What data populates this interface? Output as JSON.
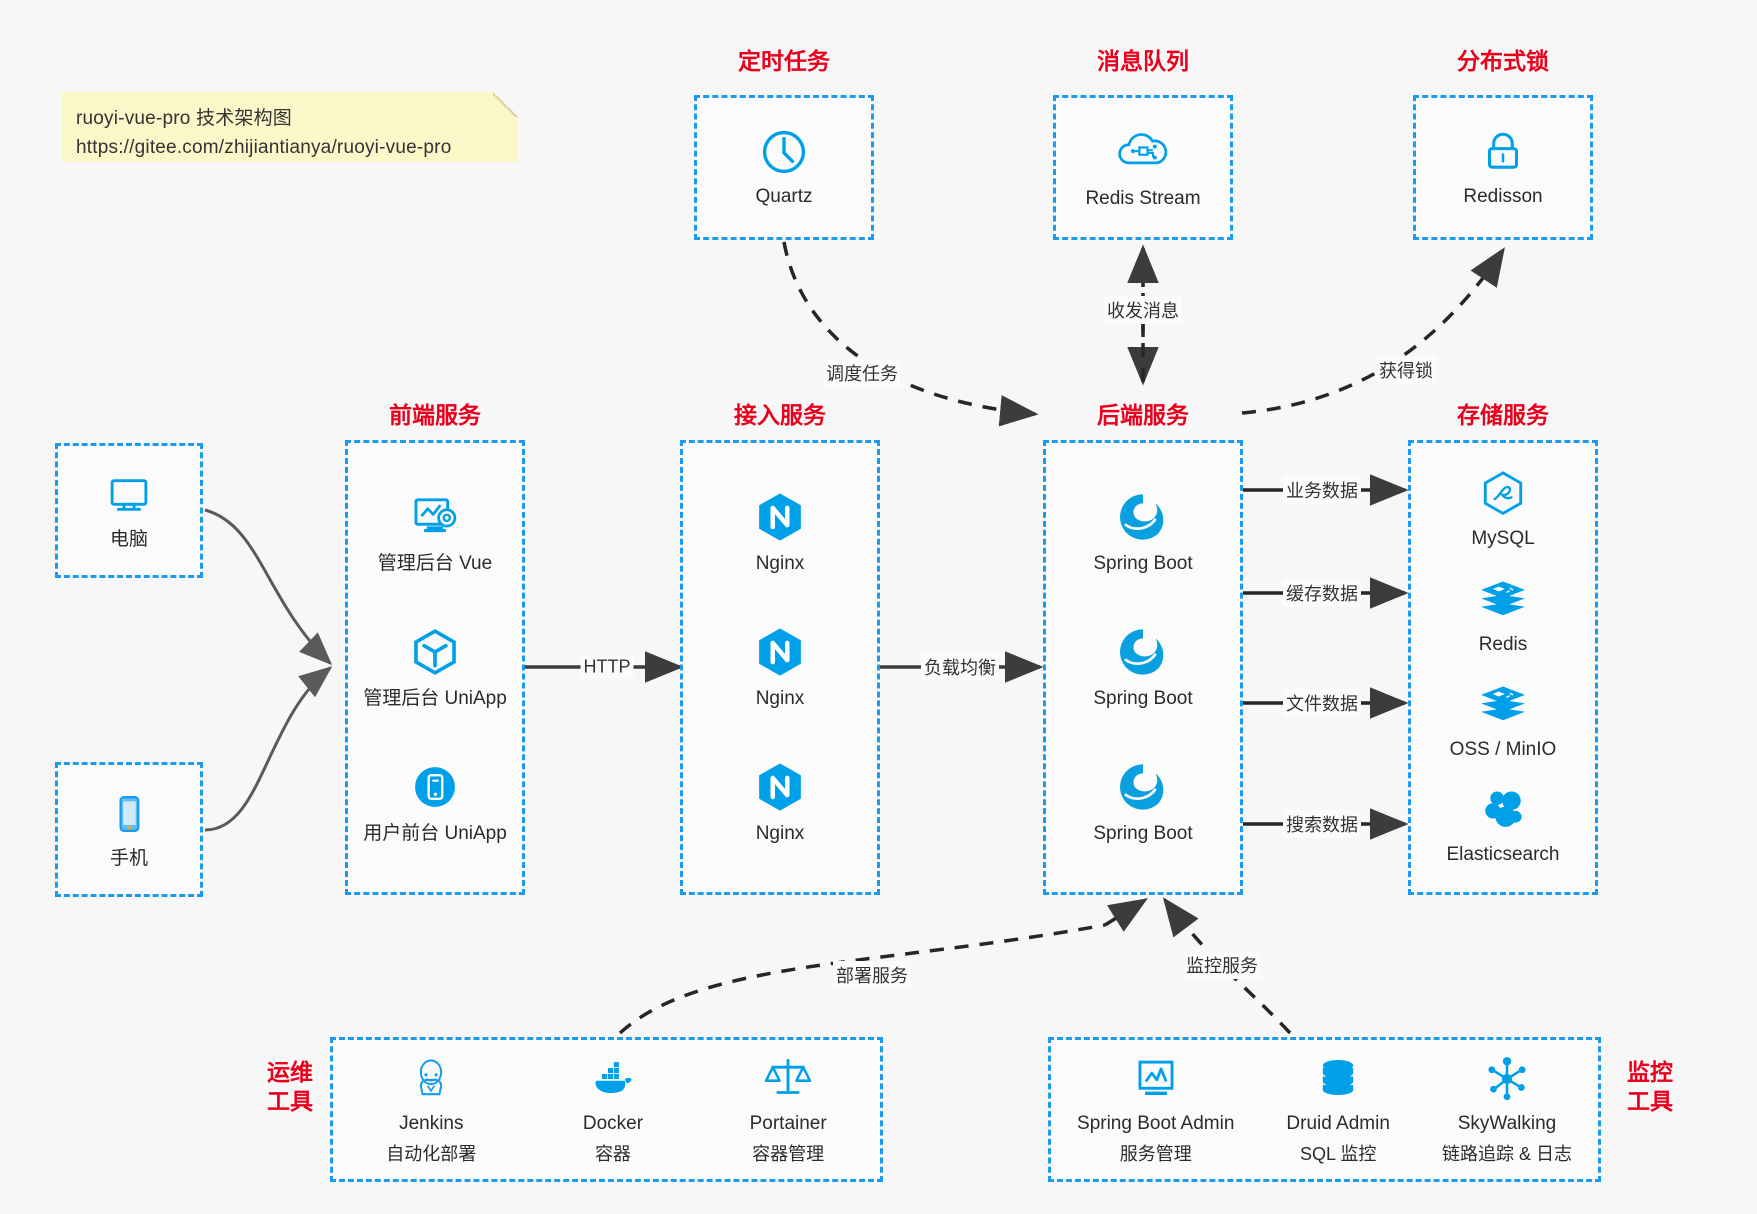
{
  "note": {
    "line1": "ruoyi-vue-pro 技术架构图",
    "line2": "https://gitee.com/zhijiantianya/ruoyi-vue-pro"
  },
  "colors": {
    "border": "#1a9bf0",
    "title": "#e8001d",
    "icon": "#00a0e9",
    "arrow": "#3c3c3c",
    "background": "#f7f7f7",
    "note_bg": "#fcf7c8"
  },
  "groups": {
    "scheduler": {
      "title": "定时任务",
      "nodes": [
        {
          "label": "Quartz",
          "icon": "clock-icon"
        }
      ]
    },
    "mq": {
      "title": "消息队列",
      "nodes": [
        {
          "label": "Redis Stream",
          "icon": "cloud-stream-icon"
        }
      ]
    },
    "lock": {
      "title": "分布式锁",
      "nodes": [
        {
          "label": "Redisson",
          "icon": "lock-icon"
        }
      ]
    },
    "client_pc": {
      "title": "",
      "nodes": [
        {
          "label": "电脑",
          "icon": "desktop-icon"
        }
      ]
    },
    "client_phone": {
      "title": "",
      "nodes": [
        {
          "label": "手机",
          "icon": "phone-icon"
        }
      ]
    },
    "frontend": {
      "title": "前端服务",
      "nodes": [
        {
          "label": "管理后台 Vue",
          "icon": "dashboard-gear-icon"
        },
        {
          "label": "管理后台 UniApp",
          "icon": "cube-icon"
        },
        {
          "label": "用户前台 UniApp",
          "icon": "mobile-app-icon"
        }
      ]
    },
    "gateway": {
      "title": "接入服务",
      "nodes": [
        {
          "label": "Nginx",
          "icon": "nginx-icon"
        },
        {
          "label": "Nginx",
          "icon": "nginx-icon"
        },
        {
          "label": "Nginx",
          "icon": "nginx-icon"
        }
      ]
    },
    "backend": {
      "title": "后端服务",
      "nodes": [
        {
          "label": "Spring Boot",
          "icon": "spring-icon"
        },
        {
          "label": "Spring Boot",
          "icon": "spring-icon"
        },
        {
          "label": "Spring Boot",
          "icon": "spring-icon"
        }
      ]
    },
    "storage": {
      "title": "存储服务",
      "nodes": [
        {
          "label": "MySQL",
          "icon": "mysql-icon"
        },
        {
          "label": "Redis",
          "icon": "redis-icon"
        },
        {
          "label": "OSS / MinIO",
          "icon": "oss-icon"
        },
        {
          "label": "Elasticsearch",
          "icon": "elasticsearch-icon"
        }
      ]
    },
    "devops": {
      "title": "运维\n工具",
      "title_line1": "运维",
      "title_line2": "工具",
      "nodes": [
        {
          "label": "Jenkins",
          "sublabel": "自动化部署",
          "icon": "jenkins-icon"
        },
        {
          "label": "Docker",
          "sublabel": "容器",
          "icon": "docker-icon"
        },
        {
          "label": "Portainer",
          "sublabel": "容器管理",
          "icon": "scales-icon"
        }
      ]
    },
    "monitor": {
      "title_line1": "监控",
      "title_line2": "工具",
      "nodes": [
        {
          "label": "Spring Boot Admin",
          "sublabel": "服务管理",
          "icon": "monitor-chart-icon"
        },
        {
          "label": "Druid Admin",
          "sublabel": "SQL 监控",
          "icon": "database-icon"
        },
        {
          "label": "SkyWalking",
          "sublabel": "链路追踪 & 日志",
          "icon": "skywalking-icon"
        }
      ]
    }
  },
  "edges": [
    {
      "id": "http",
      "label": "HTTP",
      "from": "frontend",
      "to": "gateway"
    },
    {
      "id": "lb",
      "label": "负载均衡",
      "from": "gateway",
      "to": "backend"
    },
    {
      "id": "schedule",
      "label": "调度任务",
      "from": "scheduler",
      "to": "backend"
    },
    {
      "id": "mq-msg",
      "label": "收发消息",
      "from": "mq",
      "to": "backend"
    },
    {
      "id": "get-lock",
      "label": "获得锁",
      "from": "backend",
      "to": "lock"
    },
    {
      "id": "biz-data",
      "label": "业务数据",
      "from": "backend",
      "to": "storage"
    },
    {
      "id": "cache-data",
      "label": "缓存数据",
      "from": "backend",
      "to": "storage"
    },
    {
      "id": "file-data",
      "label": "文件数据",
      "from": "backend",
      "to": "storage"
    },
    {
      "id": "search-data",
      "label": "搜索数据",
      "from": "backend",
      "to": "storage"
    },
    {
      "id": "deploy",
      "label": "部署服务",
      "from": "devops",
      "to": "backend"
    },
    {
      "id": "monitoring",
      "label": "监控服务",
      "from": "monitor",
      "to": "backend"
    }
  ]
}
